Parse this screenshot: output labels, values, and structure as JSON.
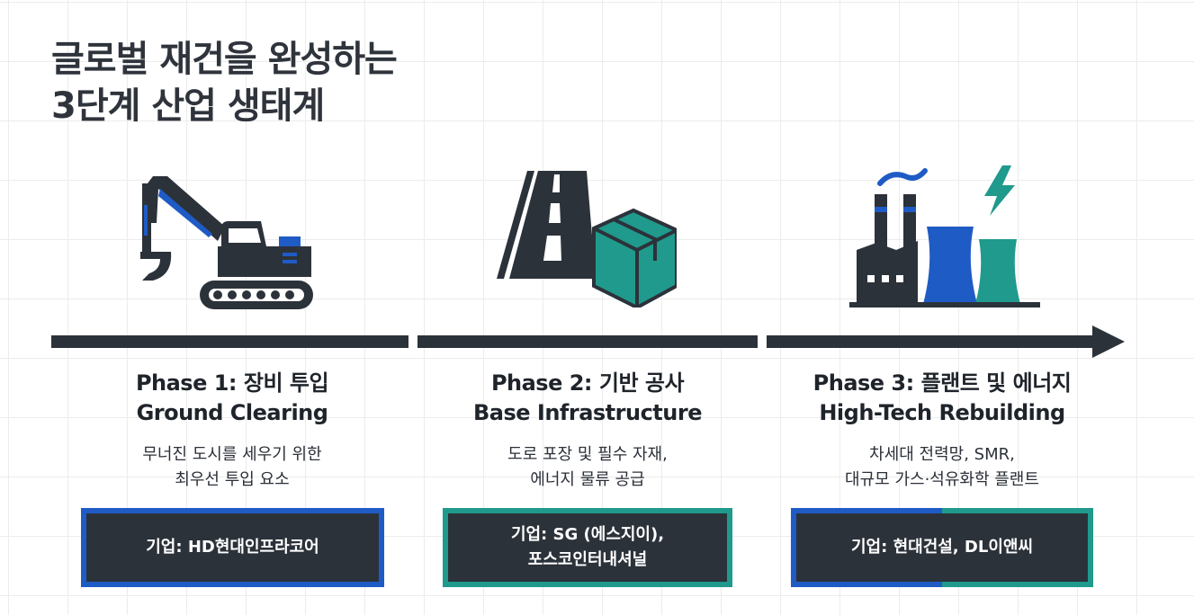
{
  "title": {
    "line1": "글로벌 재건을 완성하는",
    "line2": "3단계 산업 생태계"
  },
  "colors": {
    "dark": "#2c323a",
    "blue": "#1f5bc5",
    "teal": "#1f9a8c"
  },
  "phases": [
    {
      "icon": "excavator-icon",
      "title_ko": "Phase 1: 장비 투입",
      "title_en": "Ground Clearing",
      "desc_line1": "무너진 도시를 세우기 위한",
      "desc_line2": "최우선 투입 요소",
      "company_line1": "기업: HD현대인프라코어",
      "company_line2": ""
    },
    {
      "icon": "road-and-box-icon",
      "title_ko": "Phase 2: 기반 공사",
      "title_en": "Base Infrastructure",
      "desc_line1": "도로 포장 및 필수 자재,",
      "desc_line2": "에너지 물류 공급",
      "company_line1": "기업: SG (에스지이),",
      "company_line2": "포스코인터내셔널"
    },
    {
      "icon": "factory-energy-plant-icon",
      "title_ko": "Phase 3: 플랜트 및 에너지",
      "title_en": "High-Tech Rebuilding",
      "desc_line1": "차세대 전력망, SMR,",
      "desc_line2": "대규모 가스·석유화학 플랜트",
      "company_line1": "기업: 현대건설, DL이앤씨",
      "company_line2": ""
    }
  ]
}
